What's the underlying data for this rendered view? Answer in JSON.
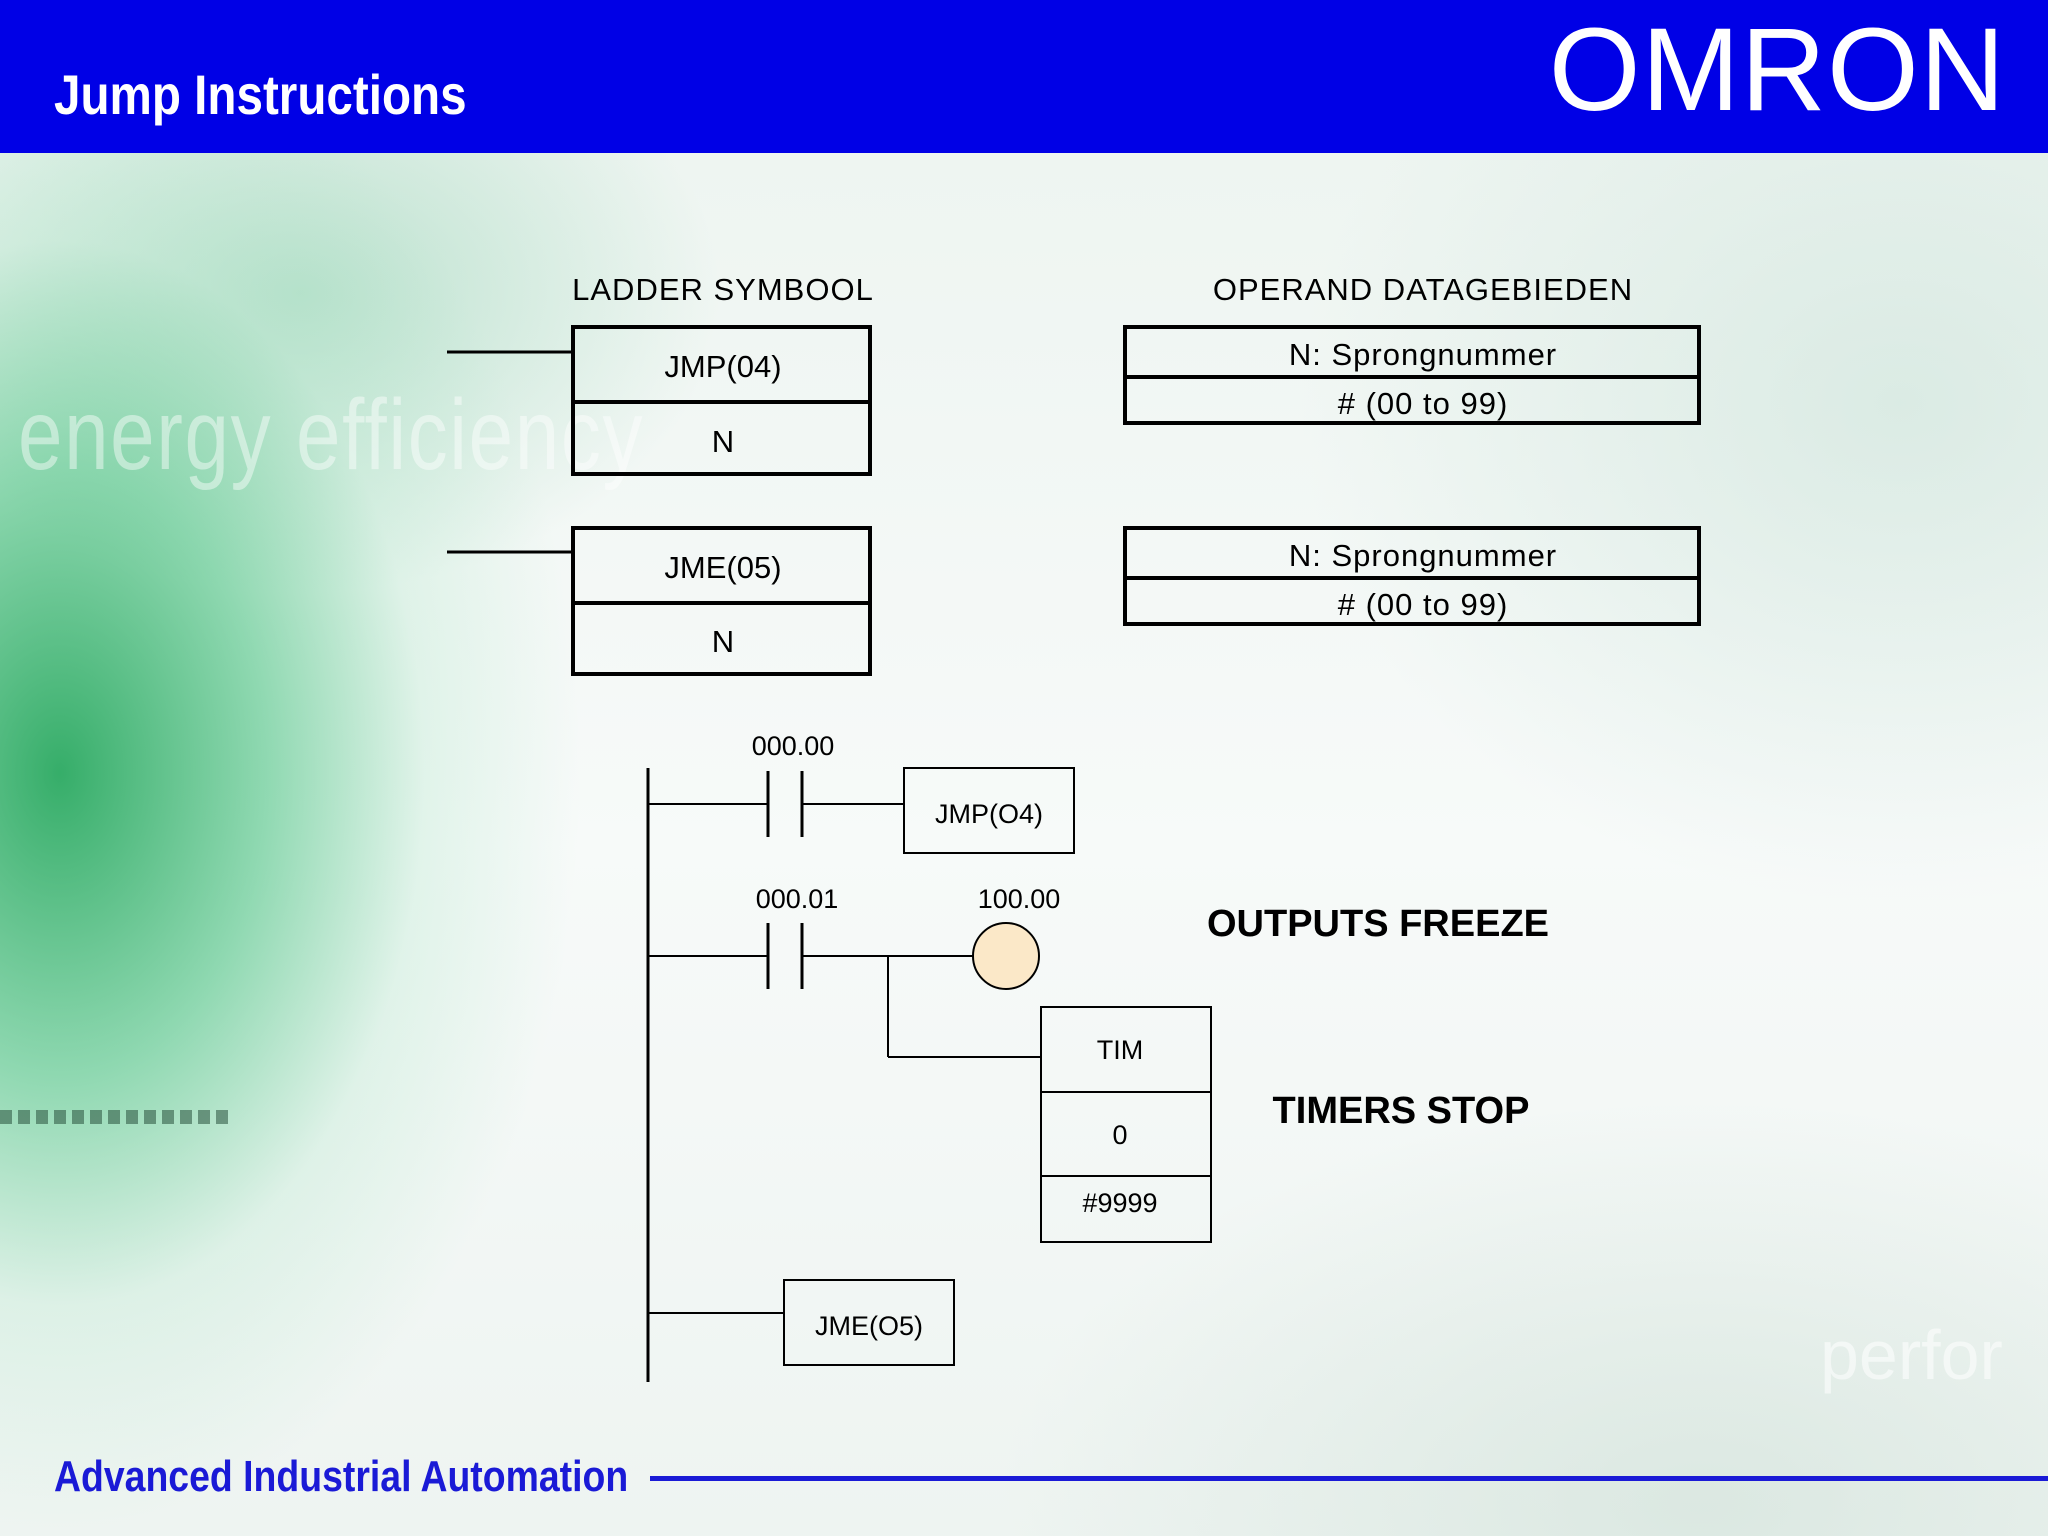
{
  "header": {
    "title": "Jump Instructions",
    "brand": "OMRON"
  },
  "watermark": {
    "left_text": "energy efficiency",
    "right_text": "perfor"
  },
  "instruction_table": {
    "ladder_heading": "LADDER SYMBOOL",
    "operand_heading": "OPERAND DATAGEBIEDEN",
    "rows": [
      {
        "symbol": "JMP(04)",
        "operand_label": "N",
        "area_label": "N: Sprongnummer",
        "area_range": "# (00 to 99)"
      },
      {
        "symbol": "JME(05)",
        "operand_label": "N",
        "area_label": "N: Sprongnummer",
        "area_range": "# (00 to 99)"
      }
    ]
  },
  "ladder_example": {
    "rung1": {
      "contact_address": "000.00",
      "instruction": "JMP(O4)"
    },
    "rung2": {
      "contact_address": "000.01",
      "coil_address": "100.00",
      "timer": {
        "name": "TIM",
        "number": "0",
        "setpoint": "#9999"
      }
    },
    "rung3": {
      "instruction": "JME(O5)"
    },
    "notes": {
      "outputs": "OUTPUTS FREEZE",
      "timers": "TIMERS STOP"
    }
  },
  "colors": {
    "header_blue": "#0000e6",
    "footer_blue": "#1a1ad6",
    "coil_fill": "#fbe8c8"
  },
  "footer": {
    "text": "Advanced Industrial Automation"
  }
}
